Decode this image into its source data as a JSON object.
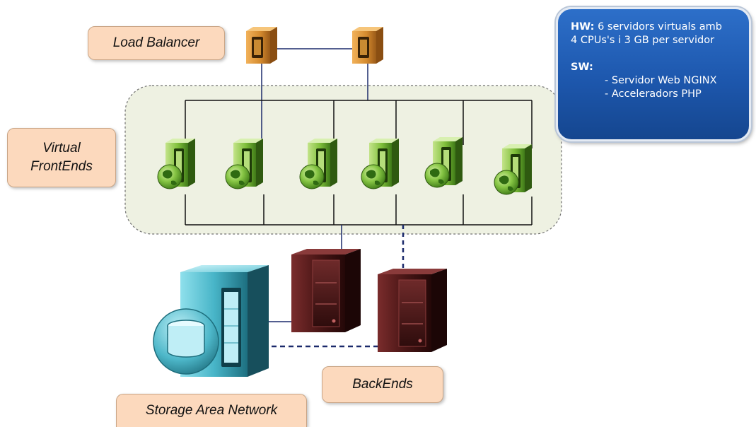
{
  "labels": {
    "load_balancer": "Load Balancer",
    "virtual_frontends_line1": "Virtual",
    "virtual_frontends_line2": "FrontEnds",
    "backends": "BackEnds",
    "storage_area_network": "Storage Area Network"
  },
  "info_box": {
    "hw_label": "HW:",
    "hw_text_line1": "6 servidors virtuals amb",
    "hw_text_line2": "4 CPUs's i 3 GB per servidor",
    "sw_label": "SW:",
    "sw_items": [
      "- Servidor Web NGINX",
      "- Acceleradors PHP"
    ]
  },
  "colors": {
    "label_fill": "#fcd9bd",
    "info_box_fill": "#1d57ad",
    "frontend_group_fill": "#eef1e2",
    "link_color": "#1b2a6b",
    "load_balancer_color": "#d48a2e",
    "frontend_server_color": "#7fbf3a",
    "backend_server_color": "#5a1c1c",
    "san_color": "#5cc6d8"
  }
}
